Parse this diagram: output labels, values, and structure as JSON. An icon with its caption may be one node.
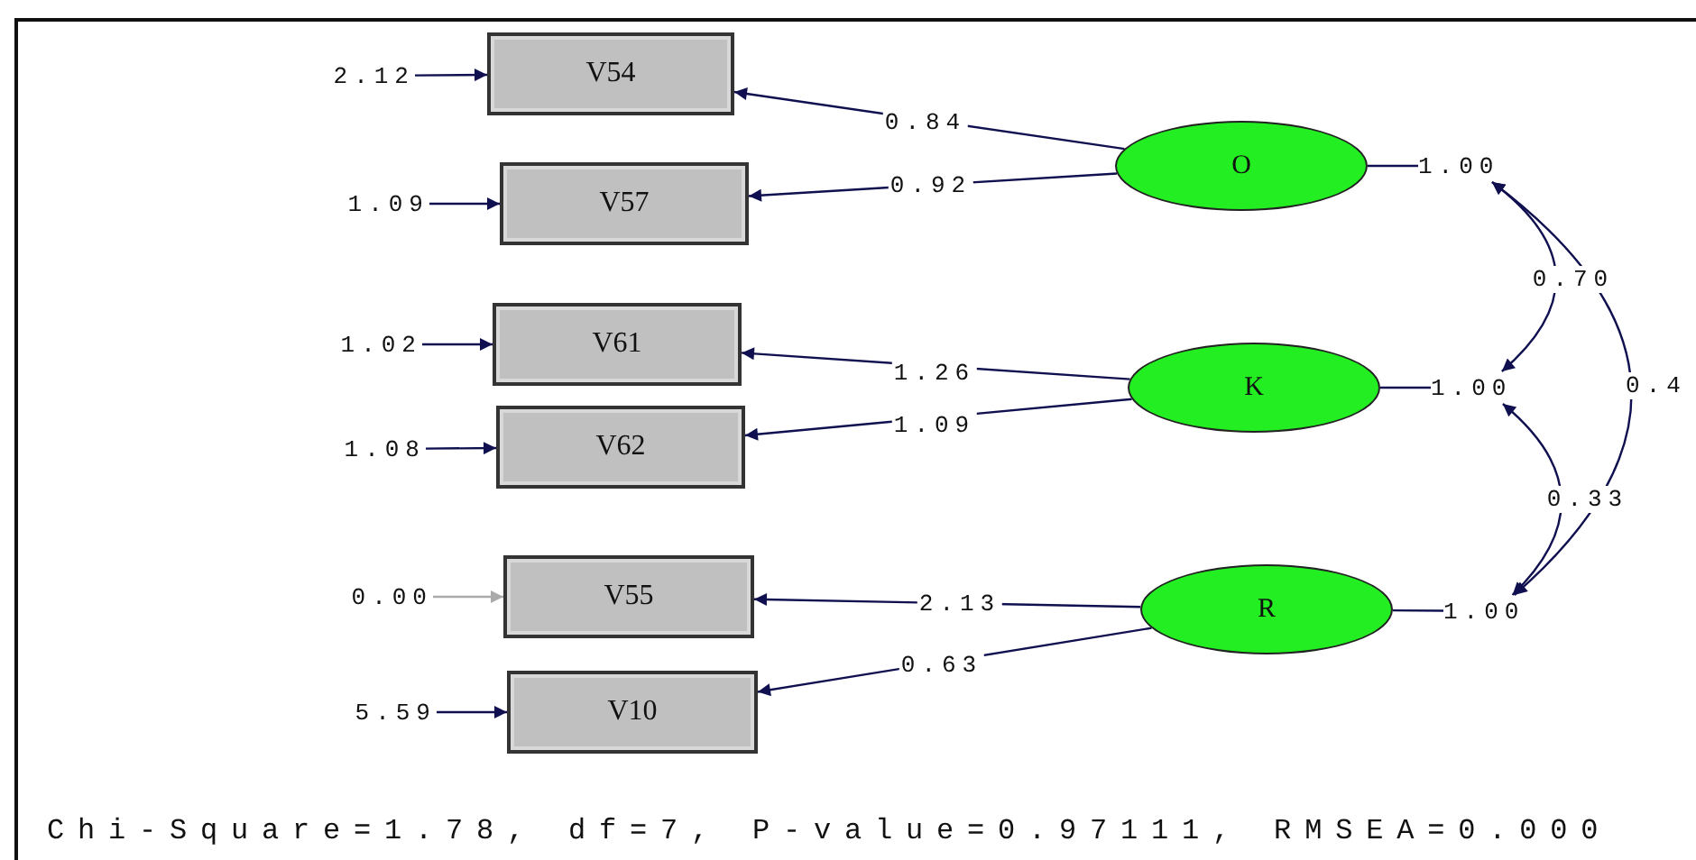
{
  "diagram": {
    "caption": "Chi-Square=1.78, df=7, P-value=0.97111, RMSEA=0.000",
    "nodes": [
      {
        "text": [
          "V54"
        ]
      },
      {
        "text": [
          "V57"
        ]
      },
      {
        "text": [
          "V61"
        ]
      },
      {
        "text": [
          "V62"
        ]
      },
      {
        "text": [
          "V55"
        ]
      },
      {
        "text": [
          "V10"
        ]
      },
      {
        "text": [
          "2.12"
        ]
      },
      {
        "text": [
          "1.09"
        ]
      },
      {
        "text": [
          "1.02"
        ]
      },
      {
        "text": [
          "1.08"
        ]
      },
      {
        "text": [
          "0.00"
        ]
      },
      {
        "text": [
          "5.59"
        ]
      },
      {
        "text": [
          "O"
        ]
      },
      {
        "text": [
          "K"
        ]
      },
      {
        "text": [
          "R"
        ]
      },
      {
        "text": [
          "1.00"
        ]
      },
      {
        "text": [
          "1.00"
        ]
      },
      {
        "text": [
          "1.00"
        ]
      }
    ],
    "edges": [
      {
        "from": 12,
        "to": 0,
        "arrow": "to",
        "label": "0.84"
      },
      {
        "from": 12,
        "to": 1,
        "arrow": "to",
        "label": "0.92"
      },
      {
        "from": 13,
        "to": 2,
        "arrow": "to",
        "label": "1.26"
      },
      {
        "from": 13,
        "to": 3,
        "arrow": "to",
        "label": "1.09"
      },
      {
        "from": 14,
        "to": 4,
        "arrow": "to",
        "label": "2.13"
      },
      {
        "from": 14,
        "to": 5,
        "arrow": "to",
        "label": "0.63"
      },
      {
        "from": 6,
        "to": 0,
        "arrow": "to"
      },
      {
        "from": 7,
        "to": 1,
        "arrow": "to"
      },
      {
        "from": 8,
        "to": 2,
        "arrow": "to"
      },
      {
        "from": 9,
        "to": 3,
        "arrow": "to"
      },
      {
        "from": 10,
        "to": 4,
        "arrow": "to",
        "color": "#aaaaaa"
      },
      {
        "from": 11,
        "to": 5,
        "arrow": "to"
      },
      {
        "from": 12,
        "to": 15,
        "arrow": "none"
      },
      {
        "from": 13,
        "to": 16,
        "arrow": "none"
      },
      {
        "from": 14,
        "to": 17,
        "arrow": "none"
      },
      {
        "from": 15,
        "to": 16,
        "arrow": "both",
        "label": "0.70"
      },
      {
        "from": 16,
        "to": 17,
        "arrow": "both",
        "label": "0.33"
      },
      {
        "from": 15,
        "to": 17,
        "arrow": "both",
        "label": "0.4"
      }
    ]
  }
}
